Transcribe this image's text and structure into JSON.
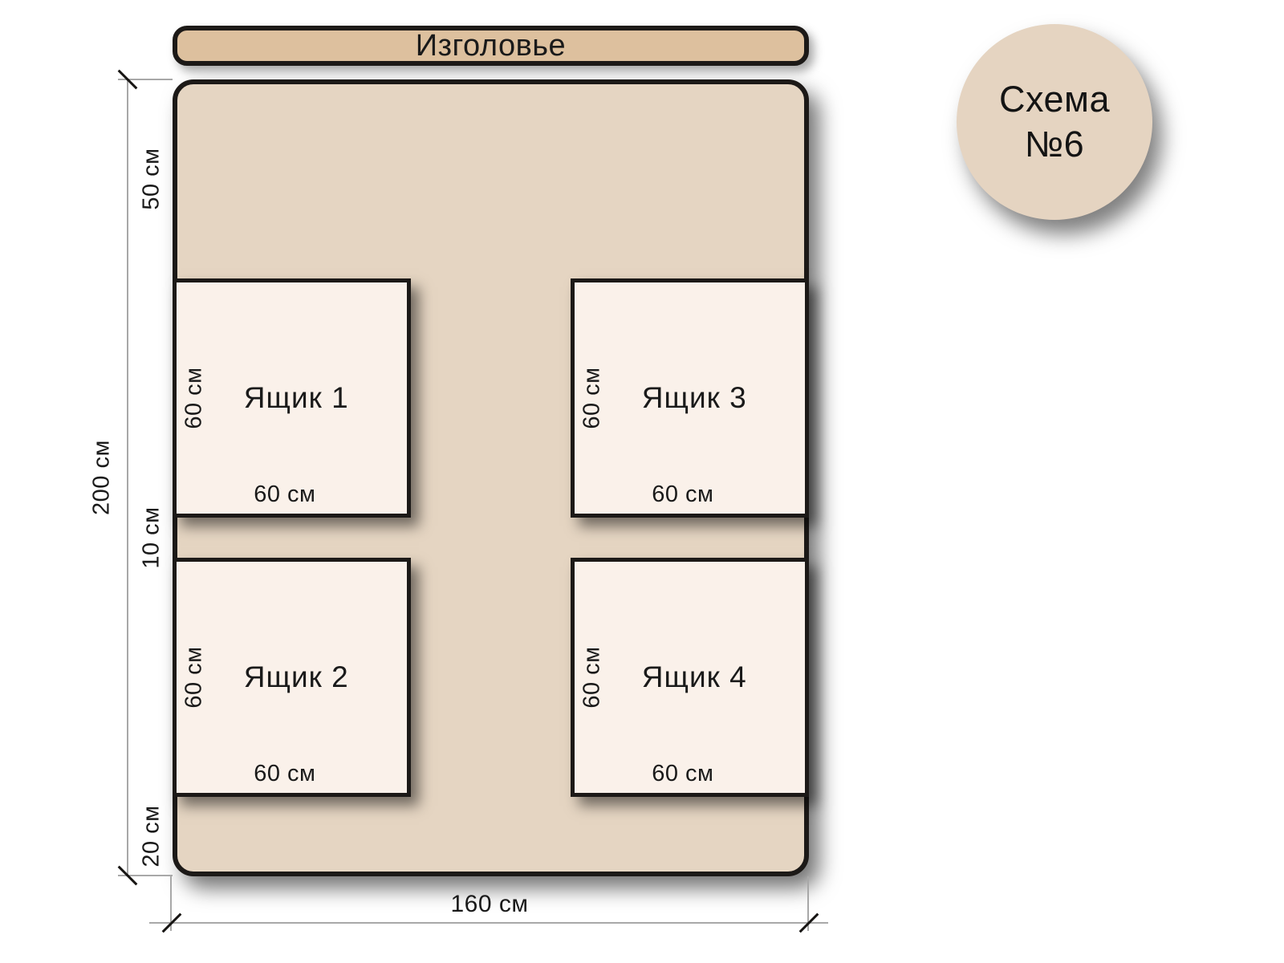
{
  "badge": {
    "title_line1": "Схема",
    "title_line2": "№6"
  },
  "headboard": {
    "label": "Изголовье"
  },
  "dimensions": {
    "total_height": "200 см",
    "total_width": "160 см",
    "top_offset": "50 см",
    "row_gap": "10 см",
    "bottom_offset": "20 см"
  },
  "drawers": [
    {
      "name": "Ящик 1",
      "height_label": "60 см",
      "width_label": "60 см"
    },
    {
      "name": "Ящик 2",
      "height_label": "60 см",
      "width_label": "60 см"
    },
    {
      "name": "Ящик 3",
      "height_label": "60 см",
      "width_label": "60 см"
    },
    {
      "name": "Ящик 4",
      "height_label": "60 см",
      "width_label": "60 см"
    }
  ],
  "colors": {
    "headboard_fill": "#ddc09e",
    "bed_fill": "#e5d5c2",
    "drawer_fill": "#faf1ea",
    "badge_fill": "#e5d4c1",
    "outline": "#1c1917",
    "dimension_line": "#a8a8a8"
  }
}
